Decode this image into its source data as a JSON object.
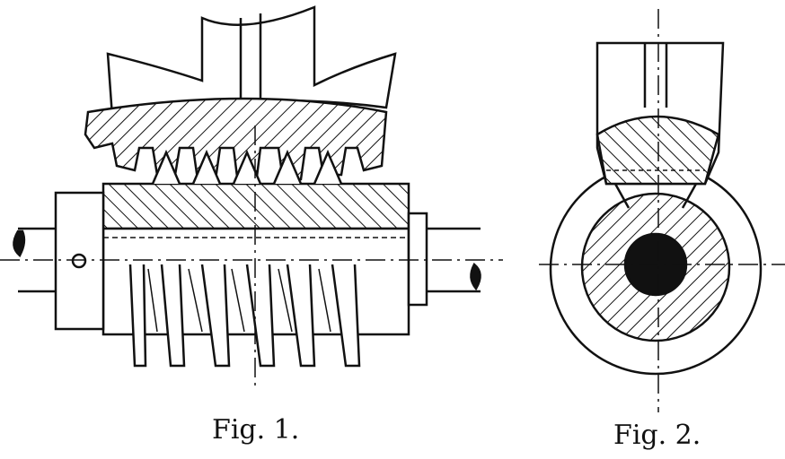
{
  "figures": [
    {
      "caption": "Fig. 1.",
      "subject": "worm-gear-side-section"
    },
    {
      "caption": "Fig. 2.",
      "subject": "worm-gear-end-section"
    }
  ],
  "colors": {
    "ink": "#111111",
    "paper": "#ffffff"
  }
}
